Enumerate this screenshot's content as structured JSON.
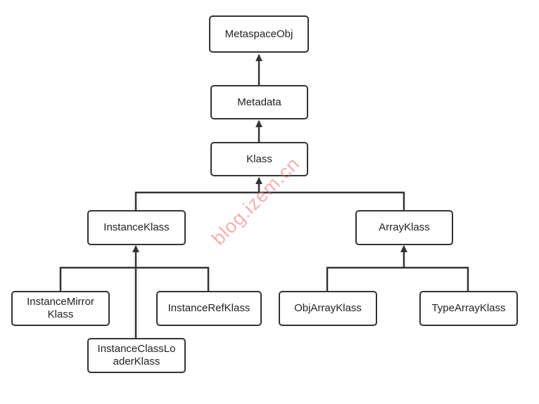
{
  "diagram": {
    "nodes": {
      "metaspaceobj": "MetaspaceObj",
      "metadata": "Metadata",
      "klass": "Klass",
      "instanceklass": "InstanceKlass",
      "arrayklass": "ArrayKlass",
      "instancemirrorklass_l1": "InstanceMirror",
      "instancemirrorklass_l2": "Klass",
      "instancerefklass": "InstanceRefKlass",
      "instanceclassloaderklass_l1": "InstanceClassLo",
      "instanceclassloaderklass_l2": "aderKlass",
      "objarrayklass": "ObjArrayKlass",
      "typearrayklass": "TypeArrayKlass"
    },
    "edges": [
      {
        "from": "Metadata",
        "to": "MetaspaceObj"
      },
      {
        "from": "Klass",
        "to": "Metadata"
      },
      {
        "from": "InstanceKlass",
        "to": "Klass"
      },
      {
        "from": "ArrayKlass",
        "to": "Klass"
      },
      {
        "from": "InstanceMirrorKlass",
        "to": "InstanceKlass"
      },
      {
        "from": "InstanceRefKlass",
        "to": "InstanceKlass"
      },
      {
        "from": "InstanceClassLoaderKlass",
        "to": "InstanceKlass"
      },
      {
        "from": "ObjArrayKlass",
        "to": "ArrayKlass"
      },
      {
        "from": "TypeArrayKlass",
        "to": "ArrayKlass"
      }
    ],
    "colors": {
      "line": "#333333",
      "border": "#333333",
      "text": "#222222",
      "watermark": "#ec6e6e"
    }
  },
  "watermark": "blog.izem.cn"
}
